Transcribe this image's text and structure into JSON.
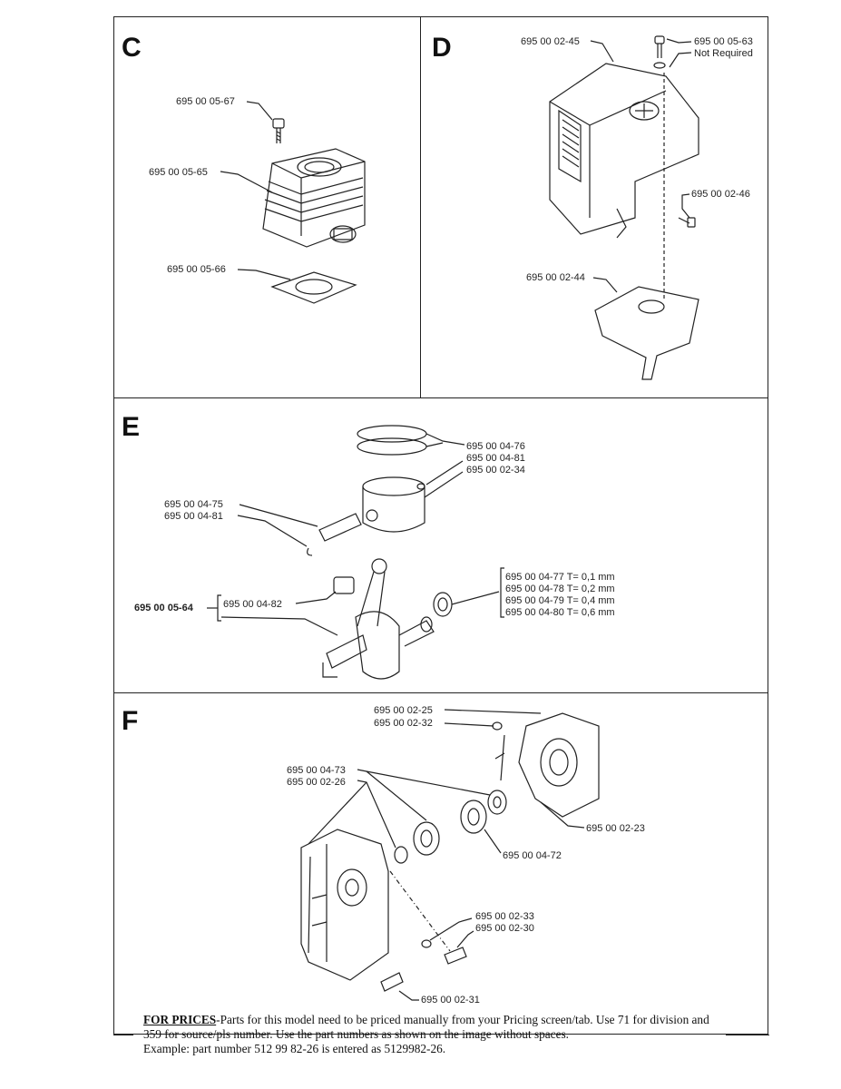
{
  "sections": {
    "c": {
      "letter": "C",
      "labels": [
        "695 00 05-67",
        "695 00 05-65",
        "695 00 05-66"
      ]
    },
    "d": {
      "letter": "D",
      "labels": [
        "695 00 02-45",
        "695 00 05-63",
        "Not Required",
        "695 00 02-46",
        "695 00 02-44"
      ]
    },
    "e": {
      "letter": "E",
      "labels": [
        "695 00 04-76",
        "695 00 04-81",
        "695 00 02-34",
        "695 00 04-75",
        "695 00 04-81",
        "695 00 04-77 T= 0,1 mm",
        "695 00 04-78 T= 0,2 mm",
        "695 00 04-79 T= 0,4 mm",
        "695 00 04-80 T= 0,6 mm",
        "695 00 05-64",
        "695 00 04-82"
      ]
    },
    "f": {
      "letter": "F",
      "labels": [
        "695 00 02-25",
        "695 00 02-32",
        "695 00 04-73",
        "695 00 02-26",
        "695 00 02-23",
        "695 00 04-72",
        "695 00 02-33",
        "695 00 02-30",
        "695 00 02-31"
      ]
    }
  },
  "note": {
    "heading": "FOR PRICES",
    "body": "-Parts for this model need to be priced manually from your Pricing screen/tab. Use 71 for division and 359 for source/pls number. Use the part numbers as shown on the image without spaces.",
    "example": "Example: part number 512 99 82-26 is entered as 5129982-26."
  }
}
